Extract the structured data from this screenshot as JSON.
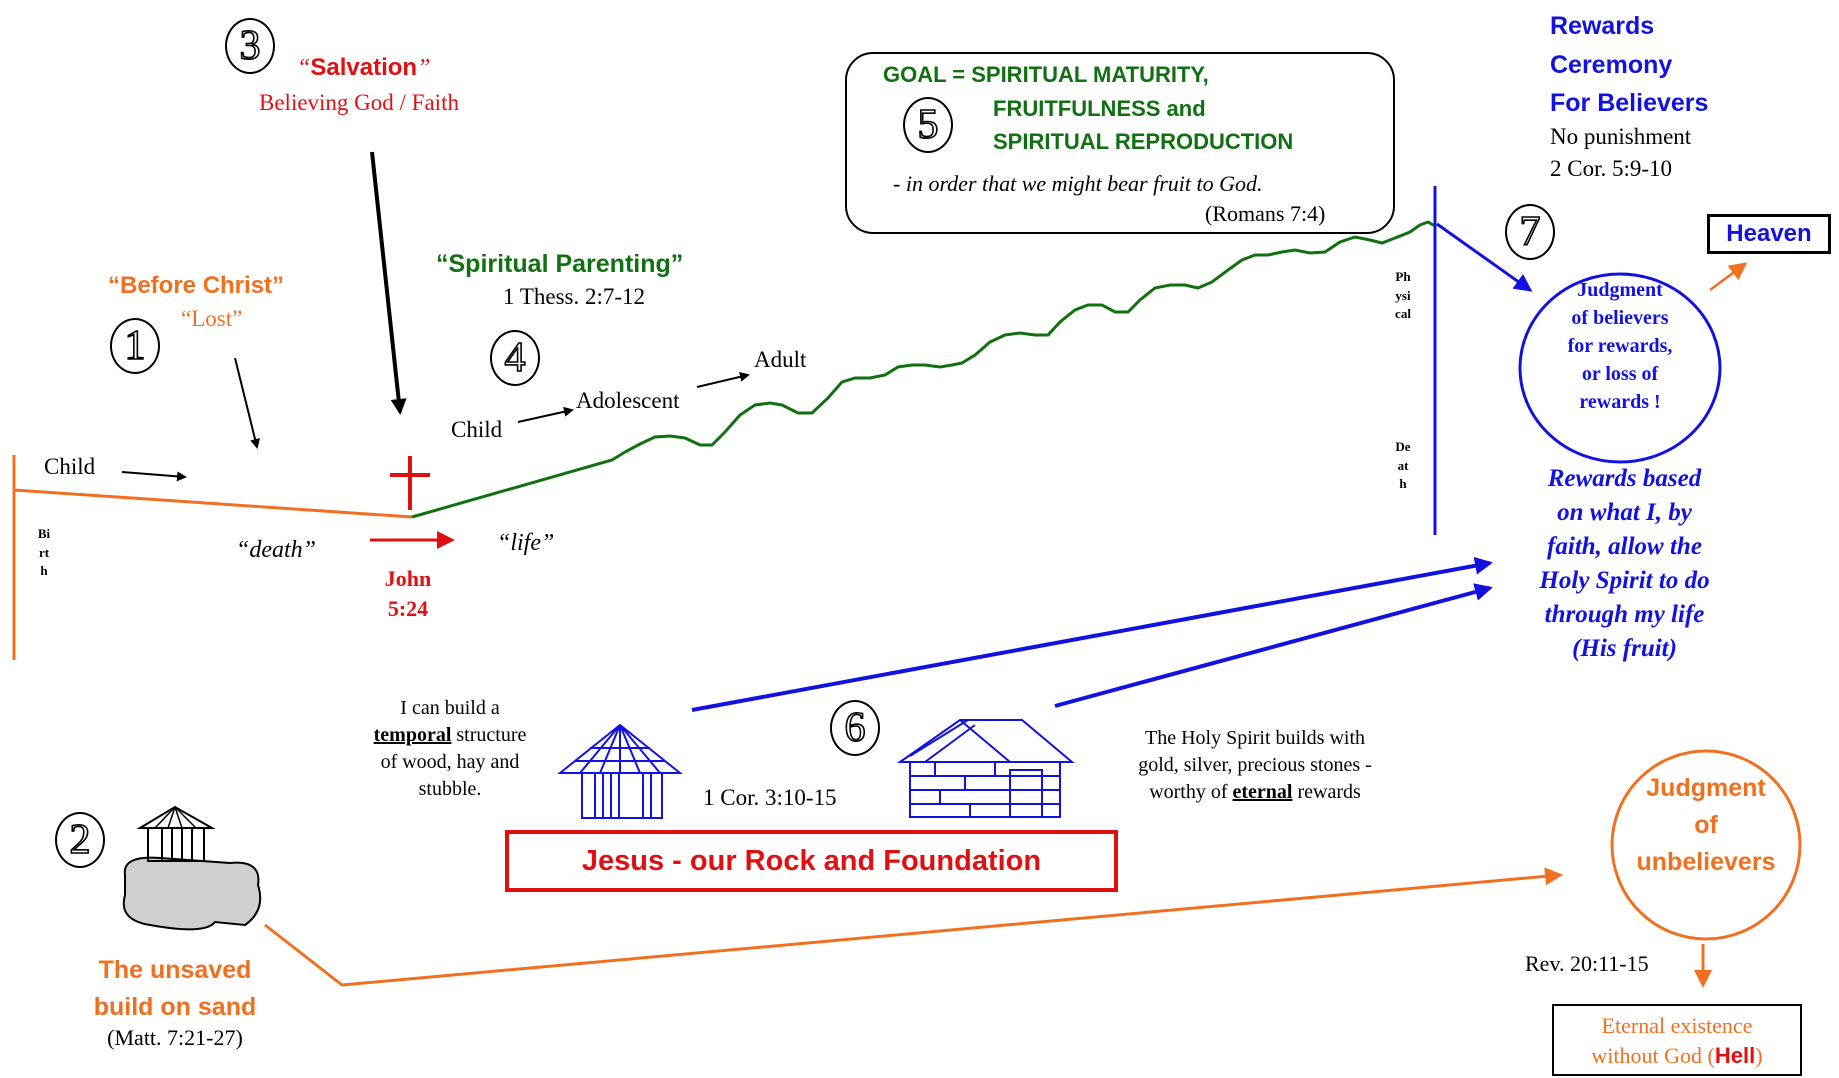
{
  "numbers": [
    "3",
    "1",
    "4",
    "5",
    "7",
    "6",
    "2"
  ],
  "stage1": {
    "title": "“Before Christ”",
    "subtitle": "“Lost”"
  },
  "stage3": {
    "title": "Salvation",
    "quote_open": "“",
    "quote_close": "”",
    "subtitle": "Believing God / Faith"
  },
  "stage4": {
    "title": "“Spiritual Parenting”",
    "ref": "1 Thess. 2:7-12"
  },
  "goal": {
    "line1": "GOAL = SPIRITUAL MATURITY,",
    "line2": "FRUITFULNESS and",
    "line3": "SPIRITUAL REPRODUCTION",
    "quote": "- in order that we might bear fruit to God.",
    "ref": "(Romans 7:4)"
  },
  "ceremony": {
    "l1": "Rewards",
    "l2": "Ceremony",
    "l3": "For Believers",
    "l4": "No punishment",
    "l5": "2 Cor. 5:9-10"
  },
  "heaven": "Heaven",
  "judgment_believers": {
    "l1": "Judgment",
    "l2": "of believers",
    "l3": "for rewards,",
    "l4": "or loss of",
    "l5": "rewards !"
  },
  "rewards_based": {
    "l1": "Rewards based",
    "l2": "on what I, by",
    "l3": "faith, allow the",
    "l4": "Holy Spirit to do",
    "l5": "through my life",
    "l6": "(His fruit)"
  },
  "timeline": {
    "child1": "Child",
    "birth": "Birth",
    "death": "“death”",
    "life": "“life”",
    "john": "John",
    "john_ref": "5:24",
    "child2": "Child",
    "adolescent": "Adolescent",
    "adult": "Adult",
    "physical": "Physical",
    "death_word": "Death"
  },
  "build": {
    "temporal_l1": "I can build a",
    "temporal_word": "temporal",
    "temporal_rest": " structure",
    "temporal_l3": "of wood, hay and",
    "temporal_l4": "stubble.",
    "cor_ref": "1 Cor. 3:10-15",
    "holy_l1": "The Holy Spirit builds with",
    "holy_l2": "gold, silver, precious stones -",
    "holy_l3a": "worthy of ",
    "holy_word": "eternal",
    "holy_l3b": " rewards",
    "rock": "Jesus - our Rock and Foundation"
  },
  "unsaved": {
    "l1": "The unsaved",
    "l2": "build on sand",
    "ref": "(Matt. 7:21-27)"
  },
  "judgment_unbelievers": {
    "l1": "Judgment",
    "l2": "of",
    "l3": "unbelievers",
    "ref": "Rev. 20:11-15"
  },
  "hell": {
    "l1": "Eternal existence",
    "l2a": "without God  (",
    "word": "Hell",
    "l2b": ")"
  },
  "colors": {
    "orange": "#f07020",
    "red": "#e01010",
    "green": "#117011",
    "blue": "#1212e0",
    "black": "#000000"
  }
}
